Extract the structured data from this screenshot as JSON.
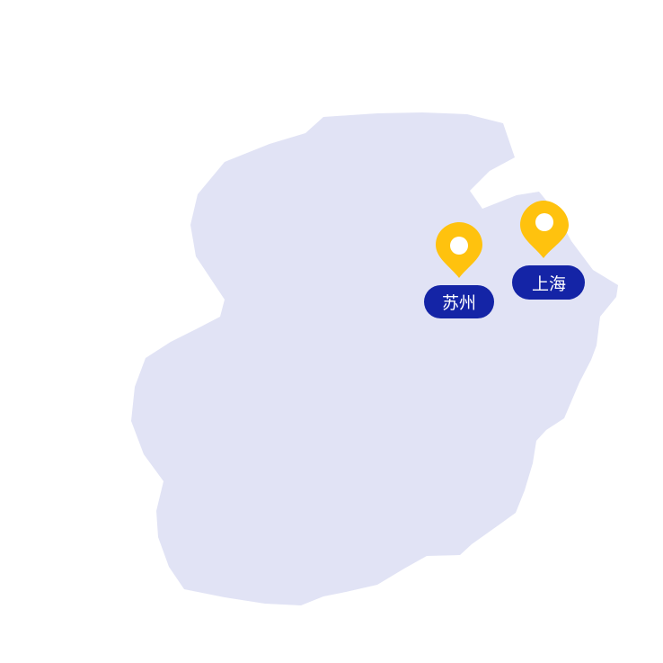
{
  "map": {
    "colors": {
      "region_fill": "#e1e3f5",
      "marker_fill": "#ffc20e",
      "marker_hole": "#ffffff",
      "label_background": "#1424a6",
      "label_text": "#ffffff",
      "background": "#ffffff"
    },
    "locations": [
      {
        "id": "suzhou",
        "label": "苏州",
        "icon": "map-pin-icon"
      },
      {
        "id": "shanghai",
        "label": "上海",
        "icon": "map-pin-icon"
      }
    ]
  }
}
